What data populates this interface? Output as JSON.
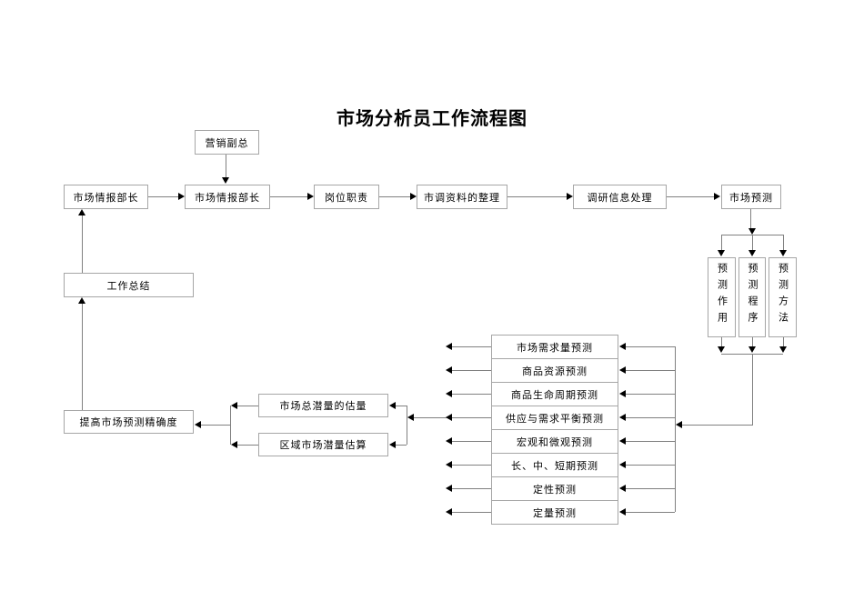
{
  "title": "市场分析员工作流程图",
  "nodes": {
    "marketing_vp": "营销副总",
    "intel_chief_left": "市场情报部长",
    "intel_chief_main": "市场情报部长",
    "job_duty": "岗位职责",
    "survey_data_org": "市调资料的整理",
    "research_info_processing": "调研信息处理",
    "market_forecast": "市场预测",
    "forecast_role": "预测作用",
    "forecast_procedure": "预测程序",
    "forecast_method": "预测方法",
    "work_summary": "工作总结",
    "improve_accuracy": "提高市场预测精确度",
    "total_market_potential": "市场总潜量的估量",
    "regional_market_potential": "区域市场潜量估算",
    "forecast_types": [
      "市场需求量预测",
      "商品资源预测",
      "商品生命周期预测",
      "供应与需求平衡预测",
      "宏观和微观预测",
      "长、中、短期预测",
      "定性预测",
      "定量预测"
    ]
  },
  "colors": {
    "background": "#ffffff",
    "box_border": "#a6a6a6",
    "connector_line": "#808080",
    "arrowhead": "#000000",
    "text": "#000000"
  }
}
